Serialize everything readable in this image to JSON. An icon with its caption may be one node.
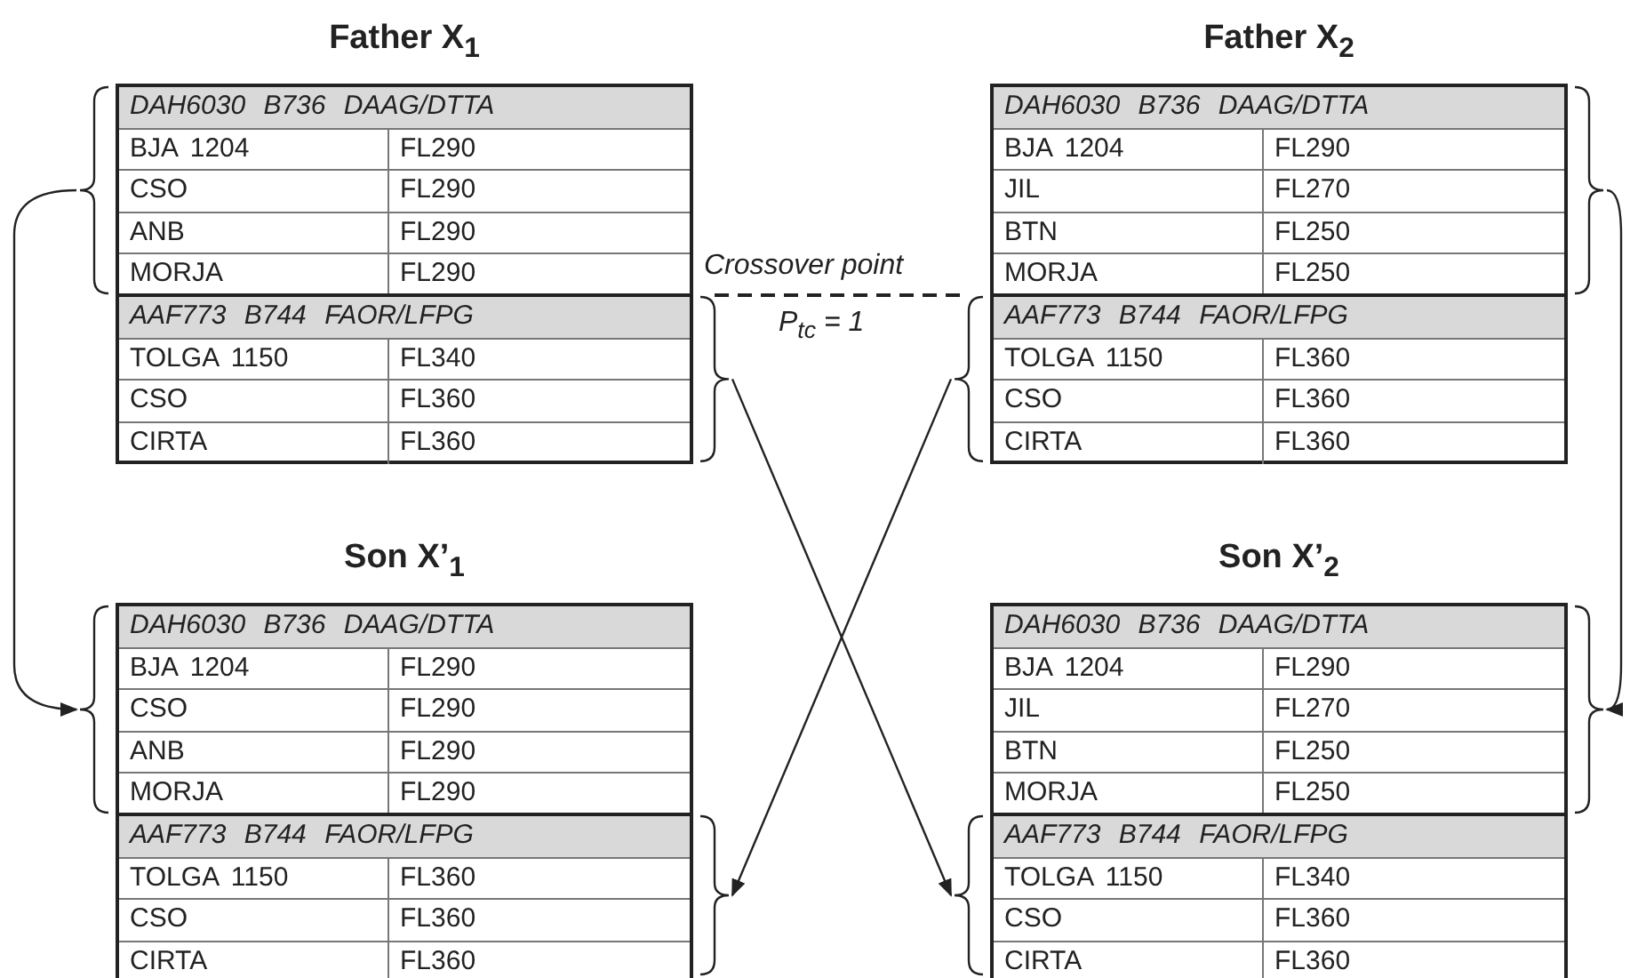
{
  "diagram": {
    "nodes": [
      {
        "text": [
          "Father X$_{1}$"
        ]
      },
      {
        "text": [
          "DAH6030 B736 DAAG/DTTA",
          "BJA 1204",
          "FL290",
          "CSO",
          "FL290",
          "ANB",
          "FL290",
          "MORJA",
          "FL290"
        ],
        "in": 0
      },
      {
        "text": [
          "AAF773 B744 FAOR/LFPG",
          "TOLGA 1150",
          "FL340",
          "CSO",
          "FL360",
          "CIRTA",
          "FL360"
        ],
        "in": 0
      },
      {
        "text": [
          "Father X$_{2}$"
        ]
      },
      {
        "text": [
          "DAH6030 B736 DAAG/DTTA",
          "BJA 1204",
          "FL290",
          "JIL",
          "FL270",
          "BTN",
          "FL250",
          "MORJA",
          "FL250"
        ],
        "in": 3
      },
      {
        "text": [
          "AAF773 B744 FAOR/LFPG",
          "TOLGA 1150",
          "FL360",
          "CSO",
          "FL360",
          "CIRTA",
          "FL360"
        ],
        "in": 3
      },
      {
        "text": [
          "Son X’$_{1}$"
        ]
      },
      {
        "text": [
          "DAH6030 B736 DAAG/DTTA",
          "BJA 1204",
          "FL290",
          "CSO",
          "FL290",
          "ANB",
          "FL290",
          "MORJA",
          "FL290"
        ],
        "in": 6
      },
      {
        "text": [
          "AAF773 B744 FAOR/LFPG",
          "TOLGA 1150",
          "FL360",
          "CSO",
          "FL360",
          "CIRTA",
          "FL360"
        ],
        "in": 6
      },
      {
        "text": [
          "Son X’$_{2}$"
        ]
      },
      {
        "text": [
          "DAH6030 B736 DAAG/DTTA",
          "BJA 1204",
          "FL290",
          "JIL",
          "FL270",
          "BTN",
          "FL250",
          "MORJA",
          "FL250"
        ],
        "in": 9
      },
      {
        "text": [
          "AAF773 B744 FAOR/LFPG",
          "TOLGA 1150",
          "FL340",
          "CSO",
          "FL360",
          "CIRTA",
          "FL360"
        ],
        "in": 9
      }
    ],
    "edges": [
      {
        "from": 1,
        "to": 7,
        "arrow": "to"
      },
      {
        "from": 4,
        "to": 10,
        "arrow": "to"
      },
      {
        "from": 2,
        "to": 11,
        "arrow": "to"
      },
      {
        "from": 5,
        "to": 8,
        "arrow": "to"
      }
    ],
    "labels": [
      "Crossover point",
      "P$_{tc}$ = 1"
    ]
  }
}
